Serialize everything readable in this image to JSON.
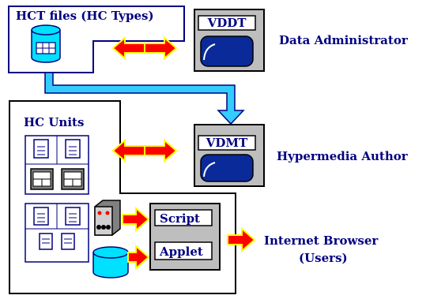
{
  "hct_files_label": "HCT files (HC Types)",
  "hc_units_label": "HC Units",
  "vddt_label": "VDDT",
  "vdmt_label": "VDMT",
  "data_admin_label": "Data Administrator",
  "hypermedia_author_label": "Hypermedia Author",
  "script_label": "Script",
  "applet_label": "Applet",
  "browser_label_line1": "Internet Browser",
  "browser_label_line2": "(Users)",
  "colors": {
    "label_navy": "#000080",
    "arrow_red": "#ff0000",
    "arrow_yellow": "#ffff00",
    "connector_cyan": "#33ccff",
    "cylinder_cyan": "#00e0ff",
    "tool_gray": "#bebebe",
    "screen_blue": "#0a2a9a"
  }
}
